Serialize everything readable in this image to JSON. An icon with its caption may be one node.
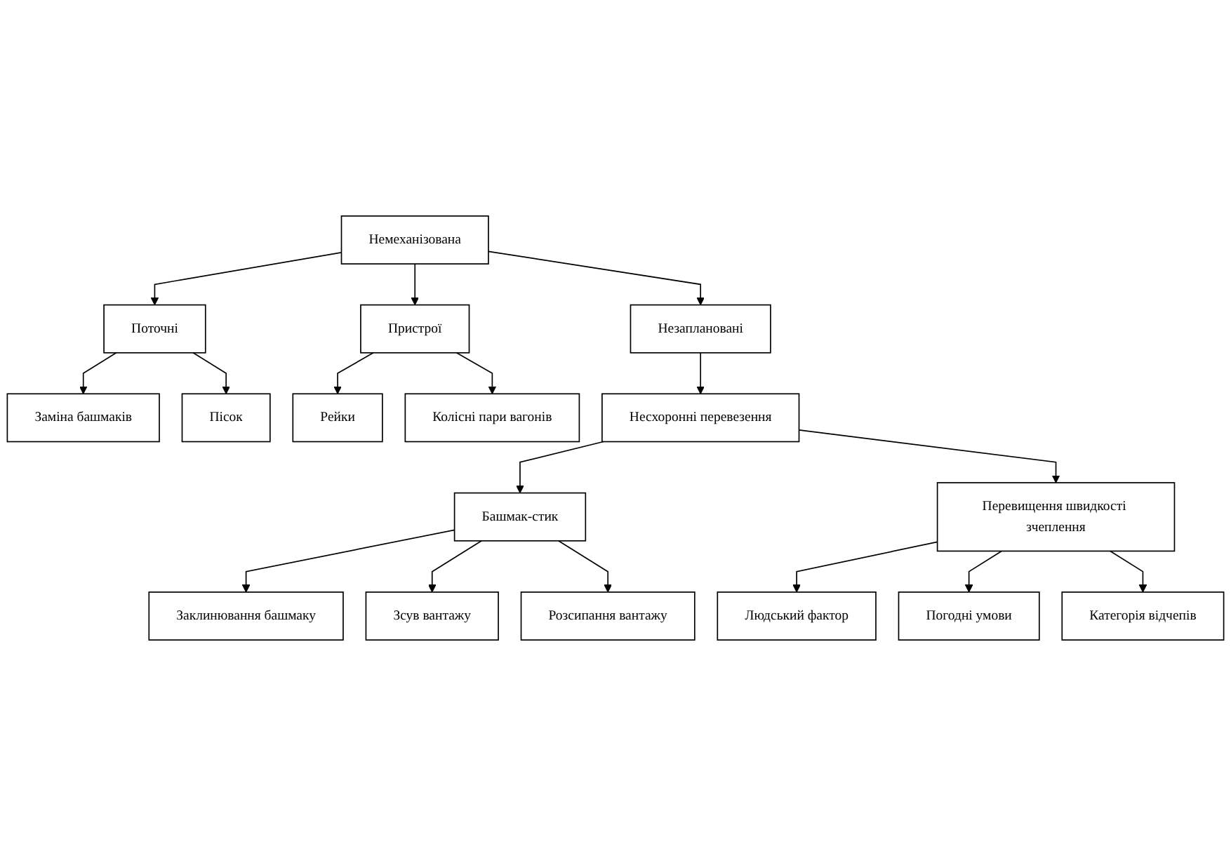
{
  "diagram": {
    "nodes": [
      {
        "text": [
          "Немеханізована"
        ]
      },
      {
        "text": [
          "Поточні"
        ]
      },
      {
        "text": [
          "Незаплановані"
        ]
      },
      {
        "text": [
          "Пристрої"
        ]
      },
      {
        "text": [
          "Заміна башмаків"
        ]
      },
      {
        "text": [
          "Пісок"
        ]
      },
      {
        "text": [
          "Рейки"
        ]
      },
      {
        "text": [
          "Колісні пари вагонів"
        ]
      },
      {
        "text": [
          "Несхоронні перевезення"
        ]
      },
      {
        "text": [
          "Башмак-стик"
        ]
      },
      {
        "text": [
          "Перевищення швидкості зчеплення"
        ]
      },
      {
        "text": [
          "Заклинювання башмаку"
        ]
      },
      {
        "text": [
          "Зсув вантажу"
        ]
      },
      {
        "text": [
          "Розсипання вантажу"
        ]
      },
      {
        "text": [
          "Людський фактор"
        ]
      },
      {
        "text": [
          "Погодні умови"
        ]
      },
      {
        "text": [
          "Категорія відчепів"
        ]
      }
    ],
    "edges": [
      {
        "from": 0,
        "to": 1,
        "arrow": "to"
      },
      {
        "from": 0,
        "to": 2,
        "arrow": "to"
      },
      {
        "from": 0,
        "to": 3,
        "arrow": "to"
      },
      {
        "from": 1,
        "to": 4,
        "arrow": "to"
      },
      {
        "from": 1,
        "to": 5,
        "arrow": "to"
      },
      {
        "from": 3,
        "to": 6,
        "arrow": "to"
      },
      {
        "from": 3,
        "to": 7,
        "arrow": "to"
      },
      {
        "from": 2,
        "to": 8,
        "arrow": "to"
      },
      {
        "from": 8,
        "to": 9,
        "arrow": "to"
      },
      {
        "from": 8,
        "to": 10,
        "arrow": "to"
      },
      {
        "from": 9,
        "to": 11,
        "arrow": "to"
      },
      {
        "from": 9,
        "to": 12,
        "arrow": "to"
      },
      {
        "from": 9,
        "to": 13,
        "arrow": "to"
      },
      {
        "from": 10,
        "to": 14,
        "arrow": "to"
      },
      {
        "from": 10,
        "to": 15,
        "arrow": "to"
      },
      {
        "from": 10,
        "to": 16,
        "arrow": "to"
      }
    ]
  }
}
